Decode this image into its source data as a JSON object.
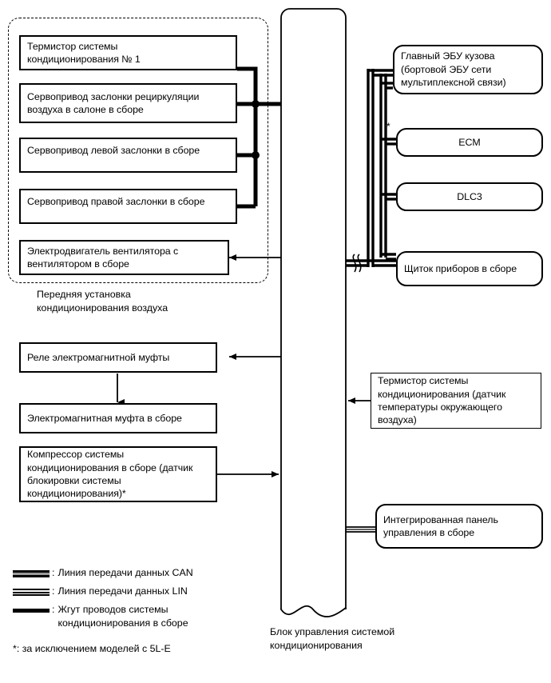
{
  "diagram": {
    "title_hidden": "",
    "central_column": {
      "label": "Блок управления системой\nкондиционирования"
    },
    "group_front_ac": {
      "label": "Передняя установка\nкондиционирования воздуха",
      "boxes": [
        {
          "id": "thermistor-1",
          "text": "Термистор системы\nкондиционирования № 1"
        },
        {
          "id": "recirculation-servo",
          "text": "Сервопривод заслонки рециркуляции\nвоздуха в салоне в сборе"
        },
        {
          "id": "left-damper-servo",
          "text": "Сервопривод левой заслонки в сборе"
        },
        {
          "id": "right-damper-servo",
          "text": "Сервопривод правой заслонки в сборе"
        },
        {
          "id": "blower-motor",
          "text": "Электродвигатель вентилятора с\nвентилятором в сборе"
        }
      ]
    },
    "left_boxes": [
      {
        "id": "magnetic-clutch-relay",
        "text": "Реле электромагнитной муфты"
      },
      {
        "id": "magnetic-clutch",
        "text": "Электромагнитная муфта в сборе"
      },
      {
        "id": "ac-compressor",
        "text": "Компрессор системы\nкондиционирования в сборе (датчик\nблокировки системы\nкондиционирования)*"
      }
    ],
    "right_boxes": [
      {
        "id": "main-body-ecu",
        "text": "Главный ЭБУ кузова\n(бортовой ЭБУ сети\nмультиплексной связи)"
      },
      {
        "id": "ecm",
        "text": "ECM"
      },
      {
        "id": "dlc3",
        "text": "DLC3"
      },
      {
        "id": "combination-meter",
        "text": "Щиток приборов в сборе"
      },
      {
        "id": "ambient-thermistor",
        "text": "Термистор системы\nкондиционирования (датчик\nтемпературы окружающего\nвоздуха)"
      },
      {
        "id": "integration-panel",
        "text": "Интегрированная панель\nуправления в сборе"
      }
    ],
    "asterisk_marker": "*",
    "legend": [
      {
        "id": "can-line",
        "symbol": "can-line-symbol",
        "colon": ":",
        "text": "Линия передачи данных CAN"
      },
      {
        "id": "lin-line",
        "symbol": "lin-line-symbol",
        "colon": ":",
        "text": "Линия передачи данных LIN"
      },
      {
        "id": "harness-line",
        "symbol": "harness-line-symbol",
        "colon": ":",
        "text": "Жгут проводов системы\n    кондиционирования в сборе"
      }
    ],
    "footnote": "*: за исключением моделей с 5L-E",
    "colors": {
      "stroke": "#000000",
      "background": "#ffffff",
      "can_inner": "#9a9a9a"
    }
  }
}
